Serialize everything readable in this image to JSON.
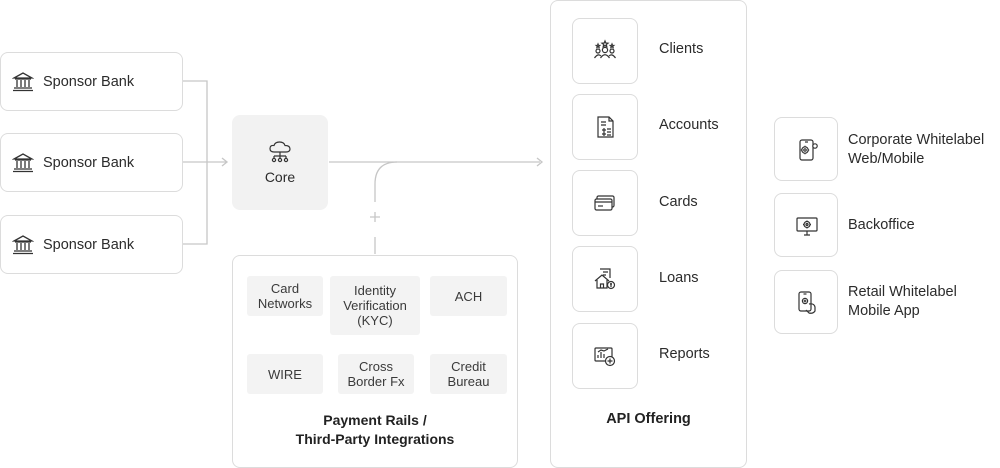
{
  "colors": {
    "border": "#dcdcdc",
    "line": "#c6c6c6",
    "chip": "#f3f3f3",
    "core_bg": "#f2f2f2",
    "text": "#2b2b2b"
  },
  "banks": [
    {
      "label": "Sponsor Bank",
      "icon": "bank-icon"
    },
    {
      "label": "Sponsor Bank",
      "icon": "bank-icon"
    },
    {
      "label": "Sponsor Bank",
      "icon": "bank-icon"
    }
  ],
  "core": {
    "label": "Core",
    "icon": "cloud-network-icon"
  },
  "rails": {
    "title_line1": "Payment Rails /",
    "title_line2": "Third-Party Integrations",
    "items": [
      {
        "line1": "Card",
        "line2": "Networks",
        "line3": ""
      },
      {
        "line1": "Identity",
        "line2": "Verification",
        "line3": "(KYC)"
      },
      {
        "line1": "ACH",
        "line2": "",
        "line3": ""
      },
      {
        "line1": "WIRE",
        "line2": "",
        "line3": ""
      },
      {
        "line1": "Cross",
        "line2": "Border Fx",
        "line3": ""
      },
      {
        "line1": "Credit",
        "line2": "Bureau",
        "line3": ""
      }
    ]
  },
  "api": {
    "title": "API Offering",
    "items": [
      {
        "label": "Clients",
        "icon": "users-icon"
      },
      {
        "label": "Accounts",
        "icon": "document-icon"
      },
      {
        "label": "Cards",
        "icon": "credit-card-icon"
      },
      {
        "label": "Loans",
        "icon": "house-loan-icon"
      },
      {
        "label": "Reports",
        "icon": "report-chart-icon"
      }
    ]
  },
  "channels": [
    {
      "line1": "Corporate Whitelabel",
      "line2": "Web/Mobile",
      "icon": "mobile-settings-icon"
    },
    {
      "line1": "Backoffice",
      "line2": "",
      "icon": "monitor-settings-icon"
    },
    {
      "line1": "Retail Whitelabel",
      "line2": "Mobile App",
      "icon": "mobile-hand-icon"
    }
  ]
}
